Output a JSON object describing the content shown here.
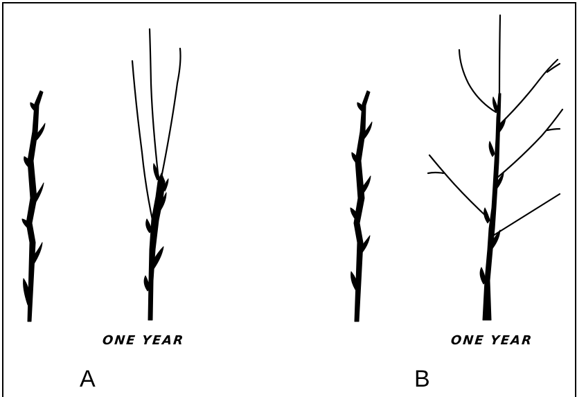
{
  "panels": [
    {
      "letter": "A",
      "caption": "ONE YEAR"
    },
    {
      "letter": "B",
      "caption": "ONE YEAR"
    }
  ]
}
